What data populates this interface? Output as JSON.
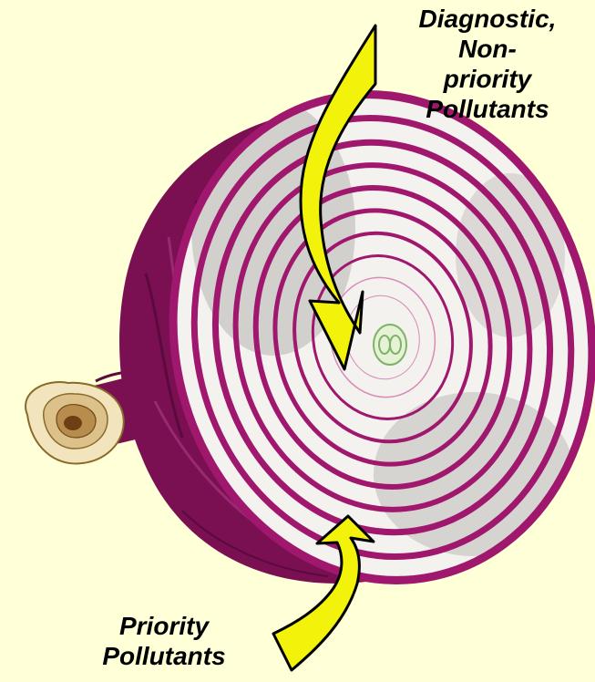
{
  "labels": {
    "top": {
      "lines": [
        "Diagnostic,",
        "Non-",
        "priority",
        "Pollutants"
      ]
    },
    "bottom": {
      "lines": [
        "Priority",
        "Pollutants"
      ]
    }
  },
  "colors": {
    "background": "#ffffd8",
    "onion_skin": "#7a0f52",
    "ring_magenta": "#a0186e",
    "flesh_white": "#f4f2ef",
    "flesh_gray": "#c9c7c4",
    "arrow_fill": "#f2f20a",
    "arrow_stroke": "#000000",
    "root_tan": "#e8d7a4"
  }
}
